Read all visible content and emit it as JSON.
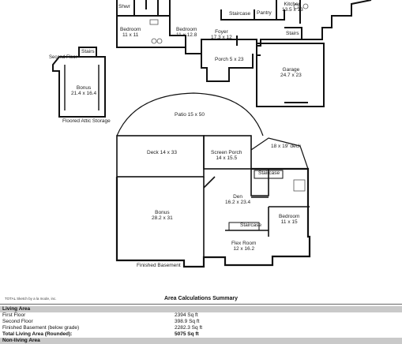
{
  "rooms": {
    "shwr": "Shwr",
    "bedroom1": {
      "name": "Bedroom",
      "dim": "11 x 11"
    },
    "bedroom2": {
      "name": "Bedroom",
      "dim": "11 x 12.8"
    },
    "staircase_top": "Staircase",
    "pantry": "Pantry",
    "kitchen": {
      "name": "Kitchen",
      "dim": "13.5 x 13"
    },
    "foyer": {
      "name": "Foyer",
      "dim": "17.3 x 12"
    },
    "stairs_right": "Stairs",
    "porch": "Porch 5 x 23",
    "garage": {
      "name": "Garage",
      "dim": "24.7 x 23"
    },
    "second_floor": "Second Floor",
    "stairs_left": "Stairs",
    "bonus_upper": {
      "name": "Bonus",
      "dim": "21.4 x 16.4"
    },
    "floored_attic": "Floored Attic Storage",
    "patio": "Patio 15 x 50",
    "deck": "Deck 14 x 33",
    "screen_porch": {
      "name": "Screen Porch",
      "dim": "14 x 15.5"
    },
    "deck_19": "18 x 19' deck",
    "staircase_mid": "Staircase",
    "den": {
      "name": "Den",
      "dim": "16.2 x 23.4"
    },
    "bonus_lower": {
      "name": "Bonus",
      "dim": "28.2 x 31"
    },
    "bedroom3": {
      "name": "Bedroom",
      "dim": "11 x 15"
    },
    "staircase_low": "Staircase",
    "flex_room": {
      "name": "Flex Room",
      "dim": "12 x 16.2"
    },
    "finished_basement": "Finished Basement"
  },
  "copyright": "TOTAL Sketch by a la mode, inc.",
  "summary": {
    "title": "Area Calculations Summary",
    "living_area": "Living Area",
    "rows": [
      {
        "label": "First Floor",
        "value": "2394 Sq ft"
      },
      {
        "label": "Second Floor",
        "value": "398.9 Sq ft"
      },
      {
        "label": "Finished Basement (below grade)",
        "value": "2282.3 Sq ft"
      }
    ],
    "total_label": "Total Living Area (Rounded):",
    "total_value": "5075 Sq ft",
    "non_living": "Non-living Area"
  }
}
